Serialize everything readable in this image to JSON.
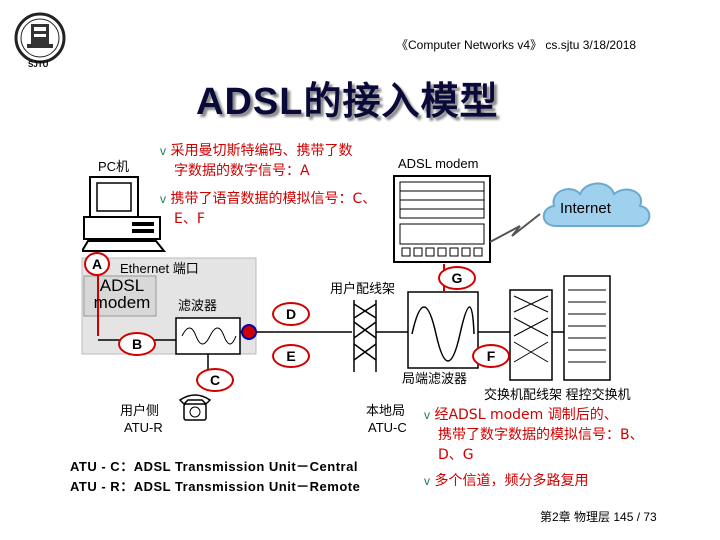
{
  "header": {
    "course": "《Computer Networks v4》 cs.sjtu 3/18/2018",
    "logo_text": "SJTU"
  },
  "title": "ADSL的接入模型",
  "bullets_top": [
    {
      "mark": "v",
      "line1": "采用曼切斯特编码、携带了数",
      "line2": "字数据的数字信号：A"
    },
    {
      "mark": "v",
      "line1": "携带了语音数据的模拟信号：C、",
      "line2": "E、F"
    }
  ],
  "labels": {
    "pc": "PC机",
    "adsl_modem_top": "ADSL modem",
    "internet": "Internet",
    "ethernet_port": "Ethernet 端口",
    "adsl_modem_box": "ADSL\nmodem",
    "filter": "滤波器",
    "distribution_frame": "用户配线架",
    "local_filter": "局端滤波器",
    "switch_frame": "交换机配线架 程控交换机",
    "user_side": "用户侧",
    "atu_r": "ATU-R",
    "local_office": "本地局",
    "atu_c": "ATU-C"
  },
  "points": {
    "A": "A",
    "B": "B",
    "C": "C",
    "D": "D",
    "E": "E",
    "F": "F",
    "G": "G"
  },
  "bullets_bottom": [
    {
      "mark": "v",
      "line1": "经ADSL modem 调制后的、",
      "line2": "携带了数字数据的模拟信号：B、",
      "line3": "D、G"
    },
    {
      "mark": "v",
      "line1": "多个信道，频分多路复用"
    }
  ],
  "footer": {
    "atu_c_def": "ATU - C：ADSL Transmission Unit－Central",
    "atu_r_def": "ATU - R：ADSL Transmission Unit－Remote",
    "page": "第2章 物理层 145 / 73"
  },
  "colors": {
    "accent_red": "#d00000",
    "title": "#0a0a3a",
    "bullet_mark": "#1f7a55",
    "cloud_blue": "#9fd0ee"
  }
}
